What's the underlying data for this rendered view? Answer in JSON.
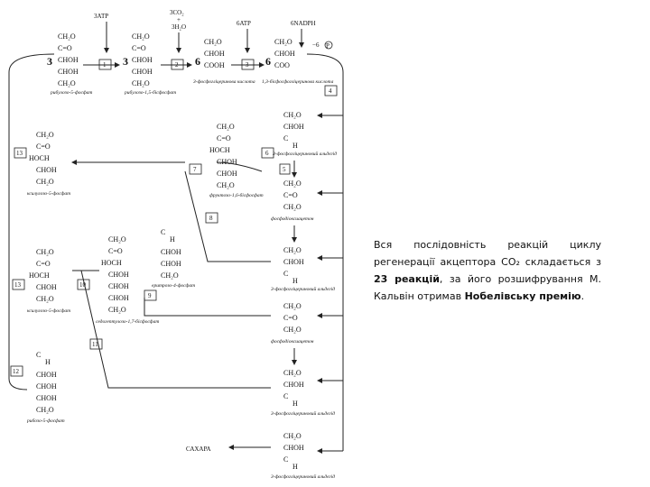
{
  "diagram": {
    "reagents": {
      "atp3": "3АТР",
      "co2": "3CO₂",
      "plus": "+",
      "h2o": "3H₂O",
      "atp6": "6ATP",
      "nadph": "6NADPH",
      "minus_p": "−6",
      "p": "P"
    },
    "coefficients": {
      "c3a": "3",
      "c3b": "3",
      "c6a": "6",
      "c6b": "6"
    },
    "step_numbers": [
      "1",
      "2",
      "3",
      "4",
      "5",
      "6",
      "7",
      "8",
      "9",
      "10",
      "11",
      "12",
      "13"
    ],
    "groups": {
      "ch2o": "CH₂O",
      "co": "C=O",
      "chohA": "CHOH",
      "hoch": "HOCH",
      "cooh": "COOH",
      "coo": "COO",
      "ch": "C",
      "h": "H",
      "chohB": "CHOH"
    },
    "captions": {
      "ribulose_phosphate": "рибулозо-5-фосфат",
      "ribulose_bisphosphate": "рибулозо-1,5-бісфосфат",
      "phosphoglyceric_acid": "3-фосфогліцеринова кислота",
      "bisphosphoglyceric_acid": "1,3-бісфосфогліцеринова кислота",
      "glyceraldehyde_phosphate": "3-фосфогліцериновий альдегід",
      "dihydroxyacetone_phosphate": "фосфодіоксиацетон",
      "fructose_bisphosphate": "фруктозо-1,6-бісфосфат",
      "xylulose_phosphate_a": "ксилулозо-5-фосфат",
      "xylulose_phosphate_b": "ксилулозо-5-фосфат",
      "erythrose_phosphate": "еритрозо-4-фосфат",
      "sedoheptulose_bisphosphate": "седогептулозо-1,7-бісфосфат",
      "ribose_phosphate": "рибозо-5-фосфат",
      "glyceraldehyde_b": "3-фосфогліцериновий альдегід",
      "glyceraldehyde_c": "3-фосфогліцериновий альдегід"
    },
    "sugar_label": "САХАРА"
  },
  "side_text": {
    "intro": "Вся послідовність реакцій циклу регенерації акцептора СО₂ складається з ",
    "count": "23 реакцій",
    "middle": ", за його розшифрування М. Кальвін отримав ",
    "prize": "Нобелівську премію",
    "end": "."
  }
}
